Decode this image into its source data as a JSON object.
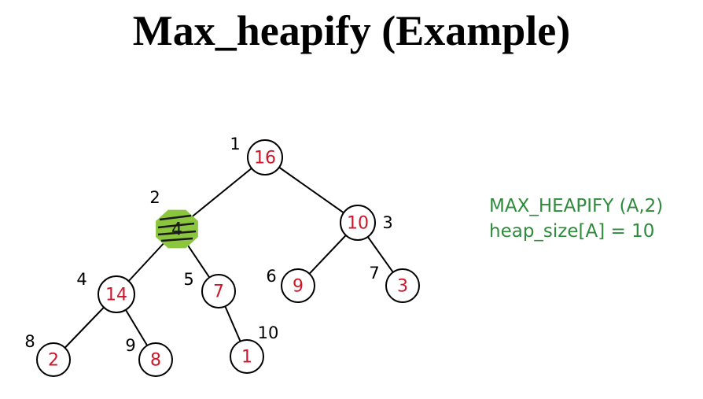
{
  "title": "Max_heapify (Example)",
  "colors": {
    "value_text": "#d0162a",
    "highlight_fill": "#8cc63e",
    "annotation_text": "#2e8b3c"
  },
  "heap": {
    "nodes": [
      {
        "index": "1",
        "value": "16",
        "highlighted": false
      },
      {
        "index": "2",
        "value": "4",
        "highlighted": true
      },
      {
        "index": "3",
        "value": "10",
        "highlighted": false
      },
      {
        "index": "4",
        "value": "14",
        "highlighted": false
      },
      {
        "index": "5",
        "value": "7",
        "highlighted": false
      },
      {
        "index": "6",
        "value": "9",
        "highlighted": false
      },
      {
        "index": "7",
        "value": "3",
        "highlighted": false
      },
      {
        "index": "8",
        "value": "2",
        "highlighted": false
      },
      {
        "index": "9",
        "value": "8",
        "highlighted": false
      },
      {
        "index": "10",
        "value": "1",
        "highlighted": false
      }
    ],
    "edges": [
      [
        1,
        2
      ],
      [
        1,
        3
      ],
      [
        2,
        4
      ],
      [
        2,
        5
      ],
      [
        3,
        6
      ],
      [
        3,
        7
      ],
      [
        4,
        8
      ],
      [
        4,
        9
      ],
      [
        5,
        10
      ]
    ]
  },
  "annotation": {
    "call": "MAX_HEAPIFY (A,2)",
    "heap_size": "heap_size[A]  = 10"
  }
}
